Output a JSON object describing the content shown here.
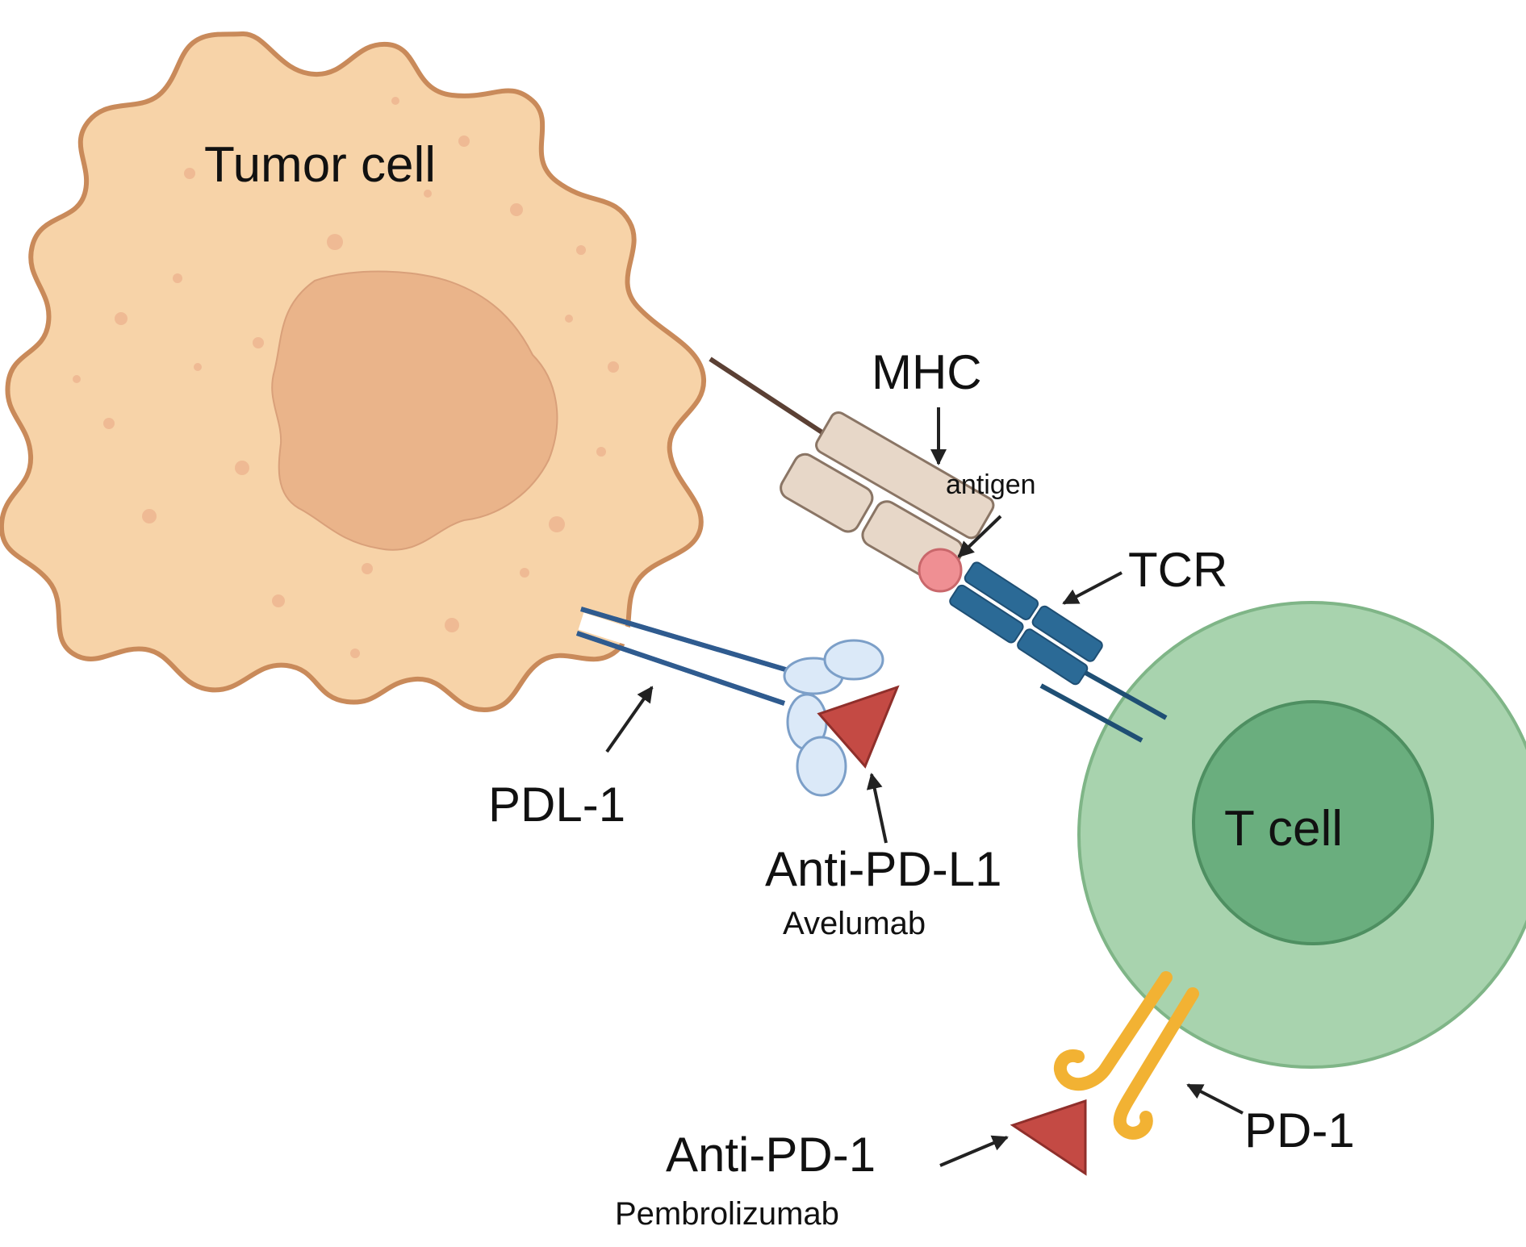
{
  "labels": {
    "tumor_cell": "Tumor cell",
    "t_cell": "T cell",
    "mhc": "MHC",
    "antigen": "antigen",
    "tcr": "TCR",
    "pdl1": "PDL-1",
    "anti_pdl1": "Anti-PD-L1",
    "avelumab": "Avelumab",
    "pd1": "PD-1",
    "anti_pd1": "Anti-PD-1",
    "pembrolizumab": "Pembrolizumab"
  },
  "colors": {
    "tumor_fill": "#f7d3a8",
    "tumor_outline": "#c98a5a",
    "tumor_nucleus": "#eab48a",
    "tumor_dots": "#efba94",
    "tcell_outer": "#a8d3ae",
    "tcell_outer_stroke": "#7fb587",
    "tcell_nucleus": "#6aae7e",
    "tcell_nucleus_stroke": "#4e8f61",
    "mhc_fill": "#e7d7c8",
    "mhc_stroke": "#8a7565",
    "tcr_blue": "#2b6a96",
    "pdl1_line": "#2f5b8f",
    "pdl1_lobes": "#dbe9f8",
    "drug_red": "#c44a44",
    "pd1_yellow": "#f2b233",
    "antigen_pink": "#ef8f93",
    "arrow": "#222222"
  }
}
